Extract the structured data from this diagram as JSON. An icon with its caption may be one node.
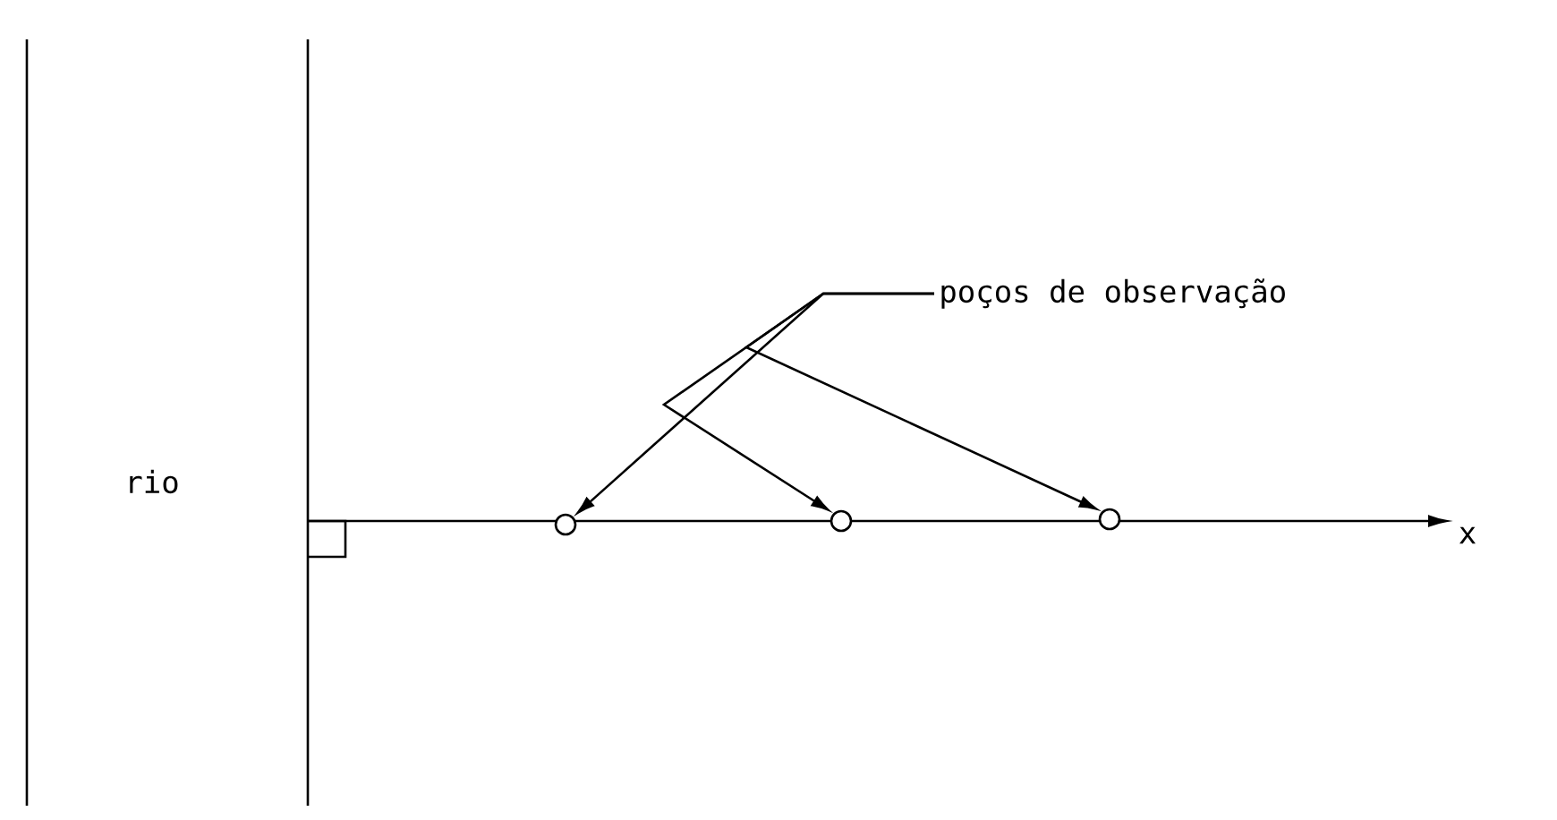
{
  "diagram": {
    "nodes": [
      {
        "text": [
          "poços de observação"
        ]
      },
      {
        "text": [],
        "shape": "circle"
      },
      {
        "text": [],
        "shape": "circle"
      },
      {
        "text": [],
        "shape": "circle"
      }
    ],
    "edges": [
      {
        "from": 0,
        "to": 1,
        "arrow": "to"
      },
      {
        "from": 0,
        "to": 2,
        "arrow": "to"
      },
      {
        "from": 0,
        "to": 3,
        "arrow": "to"
      }
    ],
    "labels": [
      "rio",
      "x"
    ]
  }
}
